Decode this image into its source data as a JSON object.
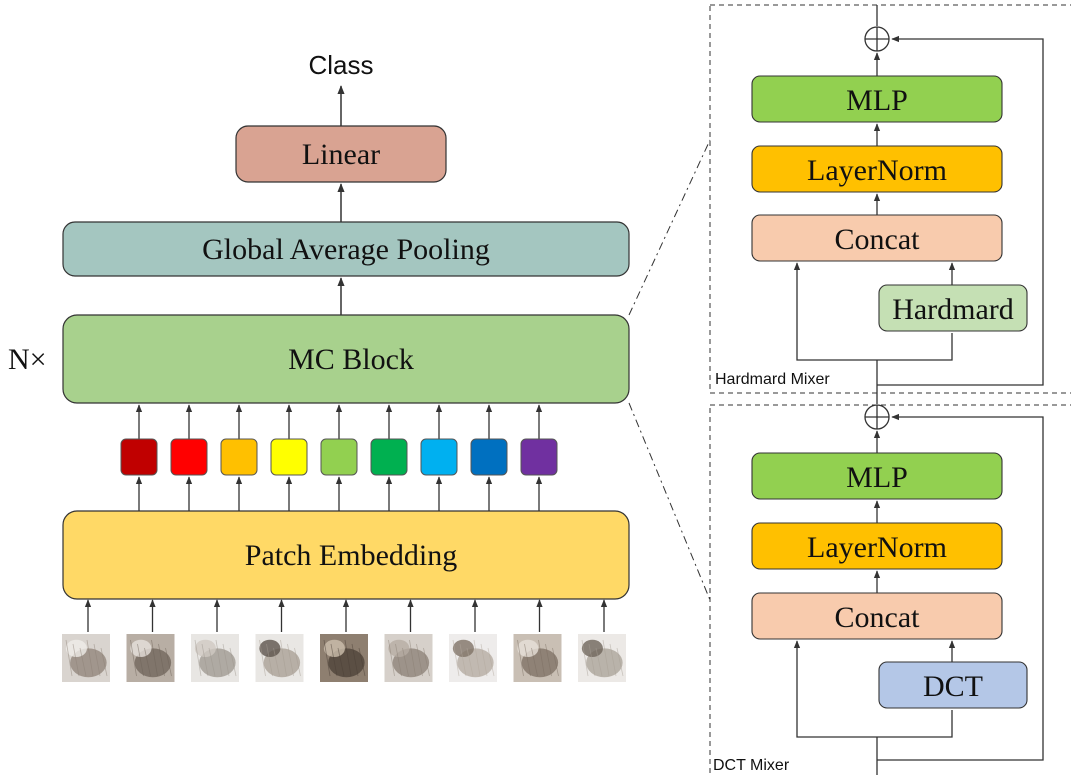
{
  "main": {
    "class_label": "Class",
    "linear_label": "Linear",
    "gap_label": "Global Average Pooling",
    "mc_block_label": "MC Block",
    "repeat_label": "N×",
    "patch_embedding_label": "Patch Embedding",
    "token_colors": [
      "#C00000",
      "#FF0000",
      "#FFC000",
      "#FFFF00",
      "#92D050",
      "#00B050",
      "#00B0F0",
      "#0070C0",
      "#7030A0"
    ],
    "patch_count": 9
  },
  "hardmard_mixer": {
    "title": "Hardmard Mixer",
    "mlp_label": "MLP",
    "layernorm_label": "LayerNorm",
    "concat_label": "Concat",
    "op_label": "Hardmard"
  },
  "dct_mixer": {
    "title": "DCT Mixer",
    "mlp_label": "MLP",
    "layernorm_label": "LayerNorm",
    "concat_label": "Concat",
    "op_label": "DCT"
  },
  "colors": {
    "linear": "#D9A392",
    "gap": "#A4C6C0",
    "mc_block": "#A8D18D",
    "patch_embedding": "#FFD966",
    "mlp": "#92D050",
    "layernorm": "#FFC000",
    "concat": "#F8CBAD",
    "hardmard": "#C5E0B4",
    "dct": "#B4C7E7"
  }
}
